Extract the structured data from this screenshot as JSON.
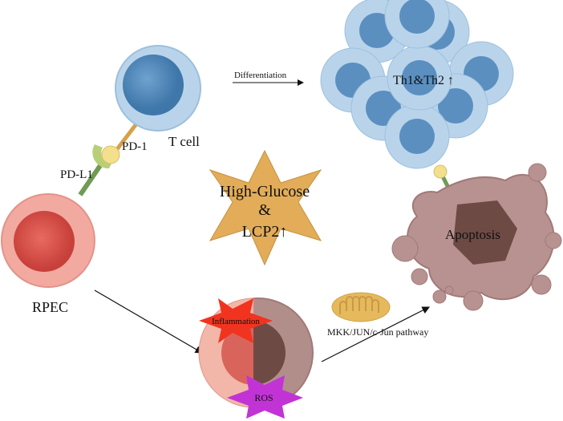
{
  "labels": {
    "t_cell": "T cell",
    "pd1": "PD-1",
    "pdl1": "PD-L1",
    "rpec": "RPEC",
    "differentiation": "Differentiation",
    "th": "Th1&Th2 ↑",
    "center_line1": "High-Glucose",
    "center_line2": "&",
    "center_line3": "LCP2↑",
    "apoptosis": "Apoptosis",
    "inflammation": "Inflammation",
    "ros": "ROS",
    "pathway": "MKK/JUN/c-Jun pathway"
  },
  "colors": {
    "t_cell_outer": "#b9d4ea",
    "t_cell_nucleus": "#4f86b8",
    "rpec_outer": "#f2a9a0",
    "rpec_nucleus": "#d9544e",
    "star": "#e2ac59",
    "apoptosis_body": "#b89290",
    "apoptosis_nucleus": "#6e4a44",
    "inflammation_star": "#f0341f",
    "ros_star": "#c233d6",
    "mito": "#e5b95c",
    "pd1": "#f3df8c",
    "pdl1": "#6f9b55"
  }
}
